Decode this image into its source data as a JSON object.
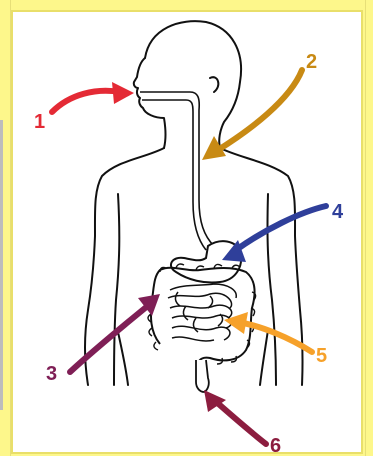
{
  "labels": [
    {
      "text": "1",
      "color": "#e42a35"
    },
    {
      "text": "2",
      "color": "#c88a14"
    },
    {
      "text": "3",
      "color": "#7f1f56"
    },
    {
      "text": "4",
      "color": "#2f3f9a"
    },
    {
      "text": "5",
      "color": "#f6a12a"
    },
    {
      "text": "6",
      "color": "#8c1d3f"
    }
  ]
}
